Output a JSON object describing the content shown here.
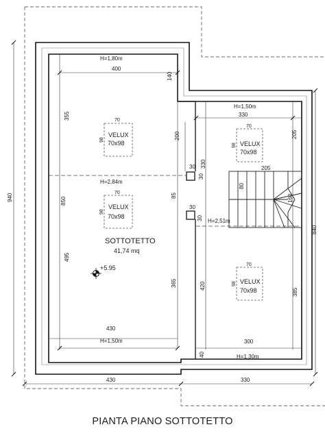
{
  "caption": "PIANTA PIANO SOTTOTETTO",
  "room": {
    "name": "SOTTOTETTO",
    "area": "41,74 mq"
  },
  "level": "+5.95",
  "heights": [
    "H=1,80m",
    "H=1,50m",
    "H=2,84m",
    "H=2,51m",
    "H=1,50m",
    "H=1,30m"
  ],
  "velux": [
    {
      "label": "VELUX",
      "size": "70x98",
      "w": "70",
      "h": "98"
    },
    {
      "label": "VELUX",
      "size": "70x98",
      "w": "70",
      "h": "98"
    },
    {
      "label": "VELUX",
      "size": "70x98",
      "w": "70",
      "h": "98"
    },
    {
      "label": "VELUX",
      "size": "70x98",
      "w": "70",
      "h": "98"
    }
  ],
  "dims": {
    "top_400": "400",
    "d140": "140",
    "d355": "355",
    "d200": "200",
    "d330v": "330",
    "d330h": "330",
    "d205": "205",
    "d205b": "205",
    "d30a": "30",
    "d30b": "30",
    "d30c": "30",
    "d30d": "30",
    "d80": "80",
    "d160": "160",
    "d85": "85",
    "d850": "850",
    "d495": "495",
    "d365": "365",
    "d420": "420",
    "d385": "385",
    "d430in": "430",
    "d300": "300",
    "d40": "40",
    "d940": "940",
    "d840": "840",
    "d430out": "430",
    "d330out": "330"
  }
}
